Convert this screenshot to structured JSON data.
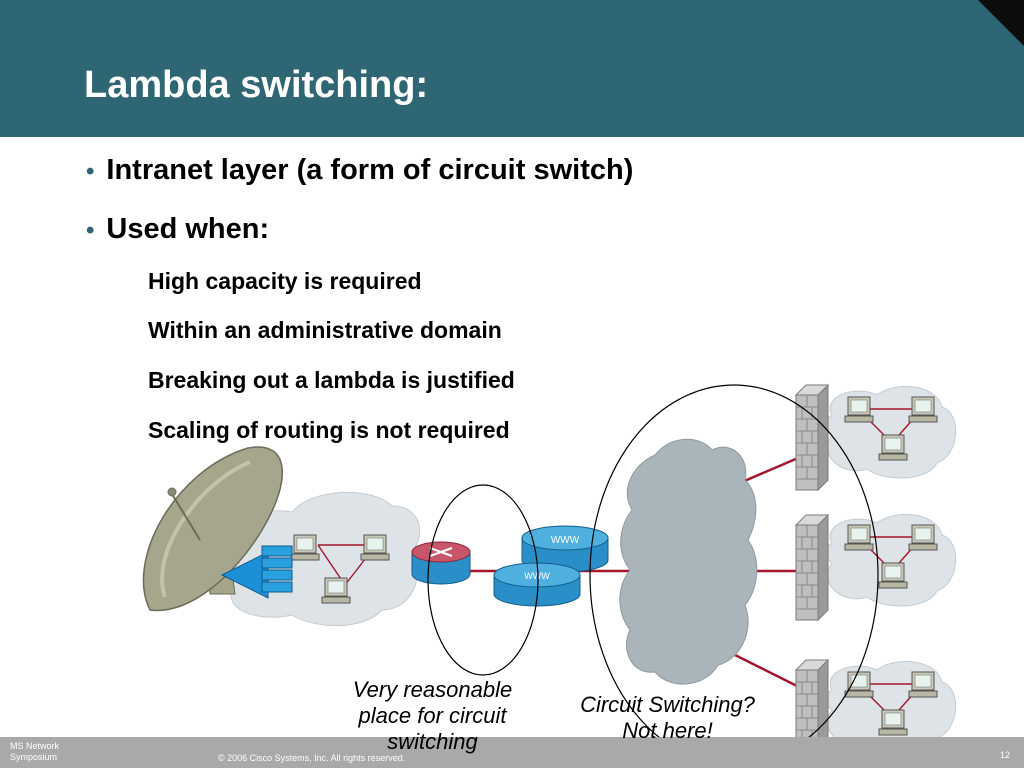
{
  "slide": {
    "title": "Lambda switching:",
    "bullets": [
      "Intranet layer (a form of circuit switch)",
      "Used when:"
    ],
    "sub_items": [
      "High capacity is required",
      "Within an administrative domain",
      "Breaking out a lambda is justified",
      "Scaling of routing is not required"
    ]
  },
  "diagram": {
    "caption_left": [
      "Very reasonable",
      "place for circuit",
      "switching"
    ],
    "caption_right": [
      "Circuit Switching?",
      "Not here!"
    ],
    "server_label": "WWW"
  },
  "footer": {
    "left_line1": "MS Network",
    "left_line2": "Symposium",
    "copyright": "© 2006 Cisco Systems, Inc. All rights reserved.",
    "page_number": "12"
  },
  "colors": {
    "header": "#2f6673",
    "cloud": "#dde3e6",
    "core_cloud": "#a9b5ba",
    "link_red": "#a3162b",
    "router_blue": "#2a8ec8"
  }
}
